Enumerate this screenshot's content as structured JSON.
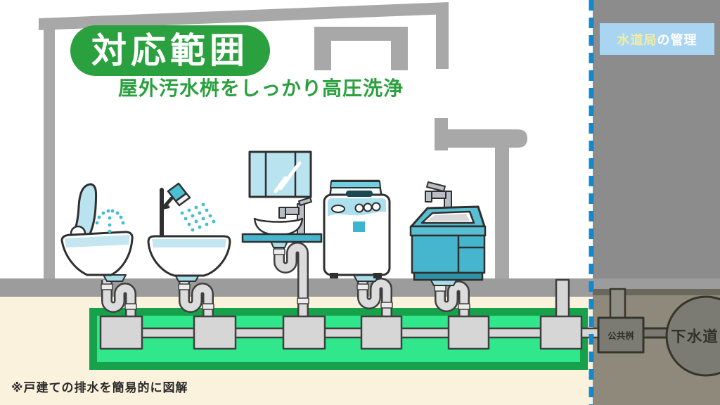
{
  "header": {
    "title_badge": "対応範囲",
    "subtitle": "屋外汚水桝をしっかり高圧洗浄"
  },
  "management_badge": {
    "highlight": "水道局",
    "rest": "の管理"
  },
  "underground": {
    "public_basin_label": "公共桝",
    "sewer_label": "下水道"
  },
  "footnote": "※戸建ての排水を簡易的に図解",
  "colors": {
    "accent_green": "#2aa03e",
    "highlight_green_fill": "#30e88b",
    "highlight_green_border": "#18a14b",
    "badge_bg_blue": "#a9d5f2",
    "badge_text_yellow": "#f1eda2",
    "dashed_line_blue": "#1588cc",
    "house_gray": "#a8a8a8",
    "panel_gray": "#8c8c8c",
    "ground_cream": "#faf2dc",
    "underground_gray": "#8f897b",
    "fixture_teal": "#45b6cd",
    "pipe_gray": "#d6d6d6"
  }
}
